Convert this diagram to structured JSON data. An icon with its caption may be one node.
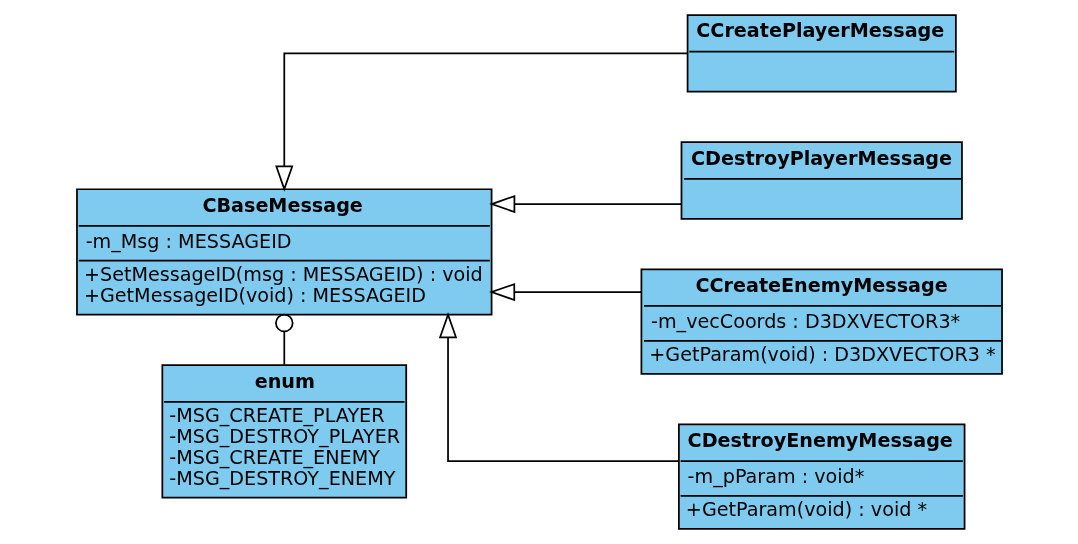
{
  "diagram": {
    "nodes": [
      {
        "text": [
          "CBaseMessage",
          "-m_Msg : MESSAGEID",
          "+SetMessageID(msg : MESSAGEID) : void",
          "+GetMessageID(void) : MESSAGEID"
        ]
      },
      {
        "text": [
          "CCreatePlayerMessage"
        ]
      },
      {
        "text": [
          "CDestroyPlayerMessage"
        ]
      },
      {
        "text": [
          "enum",
          "-MSG_CREATE_PLAYER",
          "-MSG_DESTROY_PLAYER",
          "-MSG_CREATE_ENEMY",
          "-MSG_DESTROY_ENEMY"
        ]
      },
      {
        "text": [
          "CCreateEnemyMessage",
          "-m_vecCoords : D3DXVECTOR3*",
          "+GetParam(void) : D3DXVECTOR3 *"
        ]
      },
      {
        "text": [
          "CDestroyEnemyMessage",
          "-m_pParam : void*",
          "+GetParam(void) : void *"
        ]
      }
    ],
    "edges": [
      {
        "from": 1,
        "to": 0,
        "arrow": "to"
      },
      {
        "from": 2,
        "to": 0,
        "arrow": "to"
      },
      {
        "from": 4,
        "to": 0,
        "arrow": "to"
      },
      {
        "from": 5,
        "to": 0,
        "arrow": "to"
      },
      {
        "from": 0,
        "to": 3,
        "arrow": "other"
      }
    ]
  }
}
